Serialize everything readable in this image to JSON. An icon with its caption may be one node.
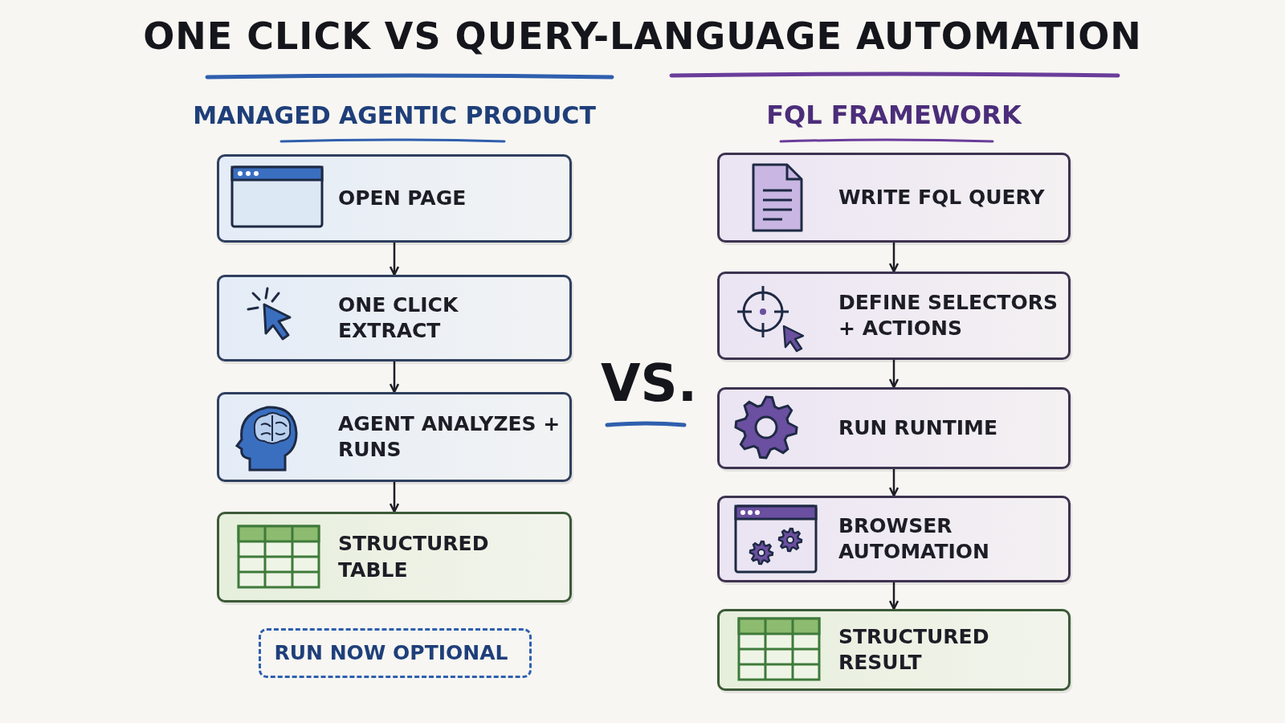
{
  "diagram": {
    "title": "ONE CLICK VS QUERY-LANGUAGE AUTOMATION",
    "nodes": [
      {
        "text": [
          "OPEN PAGE"
        ]
      },
      {
        "text": [
          "ONE CLICK EXTRACT"
        ]
      },
      {
        "text": [
          "AGENT ANALYZES + RUNS"
        ]
      },
      {
        "text": [
          "STRUCTURED TABLE"
        ]
      },
      {
        "text": [
          "RUN NOW OPTIONAL"
        ]
      },
      {
        "text": [
          "WRITE FQL QUERY"
        ]
      },
      {
        "text": [
          "DEFINE SELECTORS + ACTIONS"
        ]
      },
      {
        "text": [
          "RUN RUNTIME"
        ]
      },
      {
        "text": [
          "BROWSER AUTOMATION"
        ]
      },
      {
        "text": [
          "STRUCTURED RESULT"
        ]
      }
    ],
    "edges": [
      {
        "from": 0,
        "to": 1,
        "arrow": "to"
      },
      {
        "from": 1,
        "to": 2,
        "arrow": "to"
      },
      {
        "from": 2,
        "to": 3,
        "arrow": "to"
      },
      {
        "from": 5,
        "to": 6,
        "arrow": "to"
      },
      {
        "from": 6,
        "to": 7,
        "arrow": "to"
      },
      {
        "from": 7,
        "to": 8,
        "arrow": "to"
      },
      {
        "from": 8,
        "to": 9,
        "arrow": "to"
      }
    ],
    "labels": [
      "MANAGED AGENTIC PRODUCT",
      "FQL FRAMEWORK",
      "VS."
    ]
  }
}
